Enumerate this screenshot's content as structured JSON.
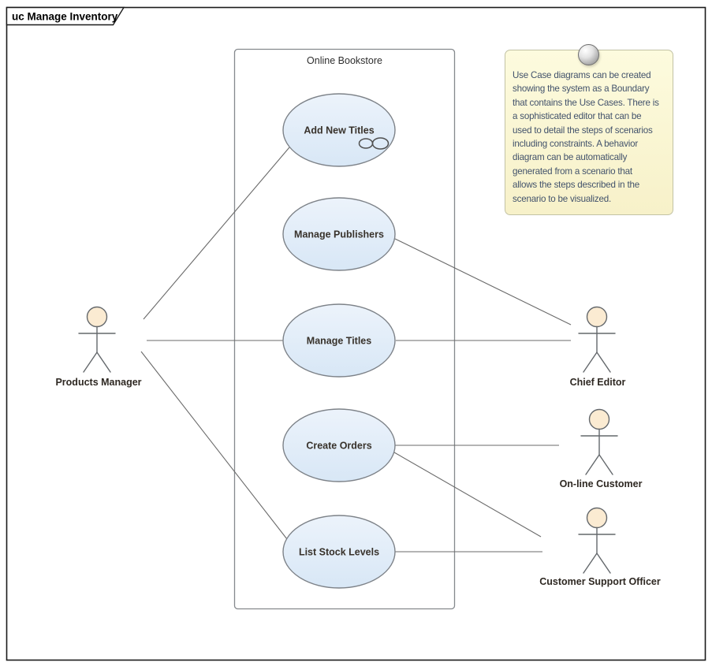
{
  "frame": {
    "title": "uc Manage Inventory"
  },
  "boundary": {
    "label": "Online Bookstore"
  },
  "use_cases": [
    {
      "label": "Add New Titles",
      "decoration": "linked-scenario-icon"
    },
    {
      "label": "Manage Publishers"
    },
    {
      "label": "Manage Titles"
    },
    {
      "label": "Create Orders"
    },
    {
      "label": "List Stock Levels"
    }
  ],
  "actors": [
    {
      "label": "Products Manager"
    },
    {
      "label": "Chief Editor"
    },
    {
      "label": "On-line Customer"
    },
    {
      "label": "Customer Support Officer"
    }
  ],
  "associations": [
    {
      "from": "Products Manager",
      "to": "Add New Titles"
    },
    {
      "from": "Products Manager",
      "to": "Manage Titles"
    },
    {
      "from": "Products Manager",
      "to": "List Stock Levels"
    },
    {
      "from": "Manage Publishers",
      "to": "Chief Editor"
    },
    {
      "from": "Manage Titles",
      "to": "Chief Editor"
    },
    {
      "from": "Create Orders",
      "to": "On-line Customer"
    },
    {
      "from": "Create Orders",
      "to": "Customer Support Officer"
    },
    {
      "from": "List Stock Levels",
      "to": "Customer Support Officer"
    }
  ],
  "note": {
    "lines": [
      "Use Case diagrams can be created",
      "showing the system as a Boundary",
      "that contains the Use Cases. There is",
      "a sophisticated editor that can be",
      "used to detail the steps of scenarios",
      "including constraints. A behavior",
      "diagram can be automatically",
      "generated from a scenario that",
      "allows the steps described in the",
      "scenario to be visualized."
    ]
  },
  "colors": {
    "use_case_fill": "#DFEAF7",
    "use_case_stroke": "#7D8288",
    "connector": "#6A6A6A",
    "actor_head_fill": "#FBEBD2",
    "note_fill": "#FBF7D5",
    "note_text": "#42526B",
    "frame_stroke": "#1B1B1B"
  }
}
